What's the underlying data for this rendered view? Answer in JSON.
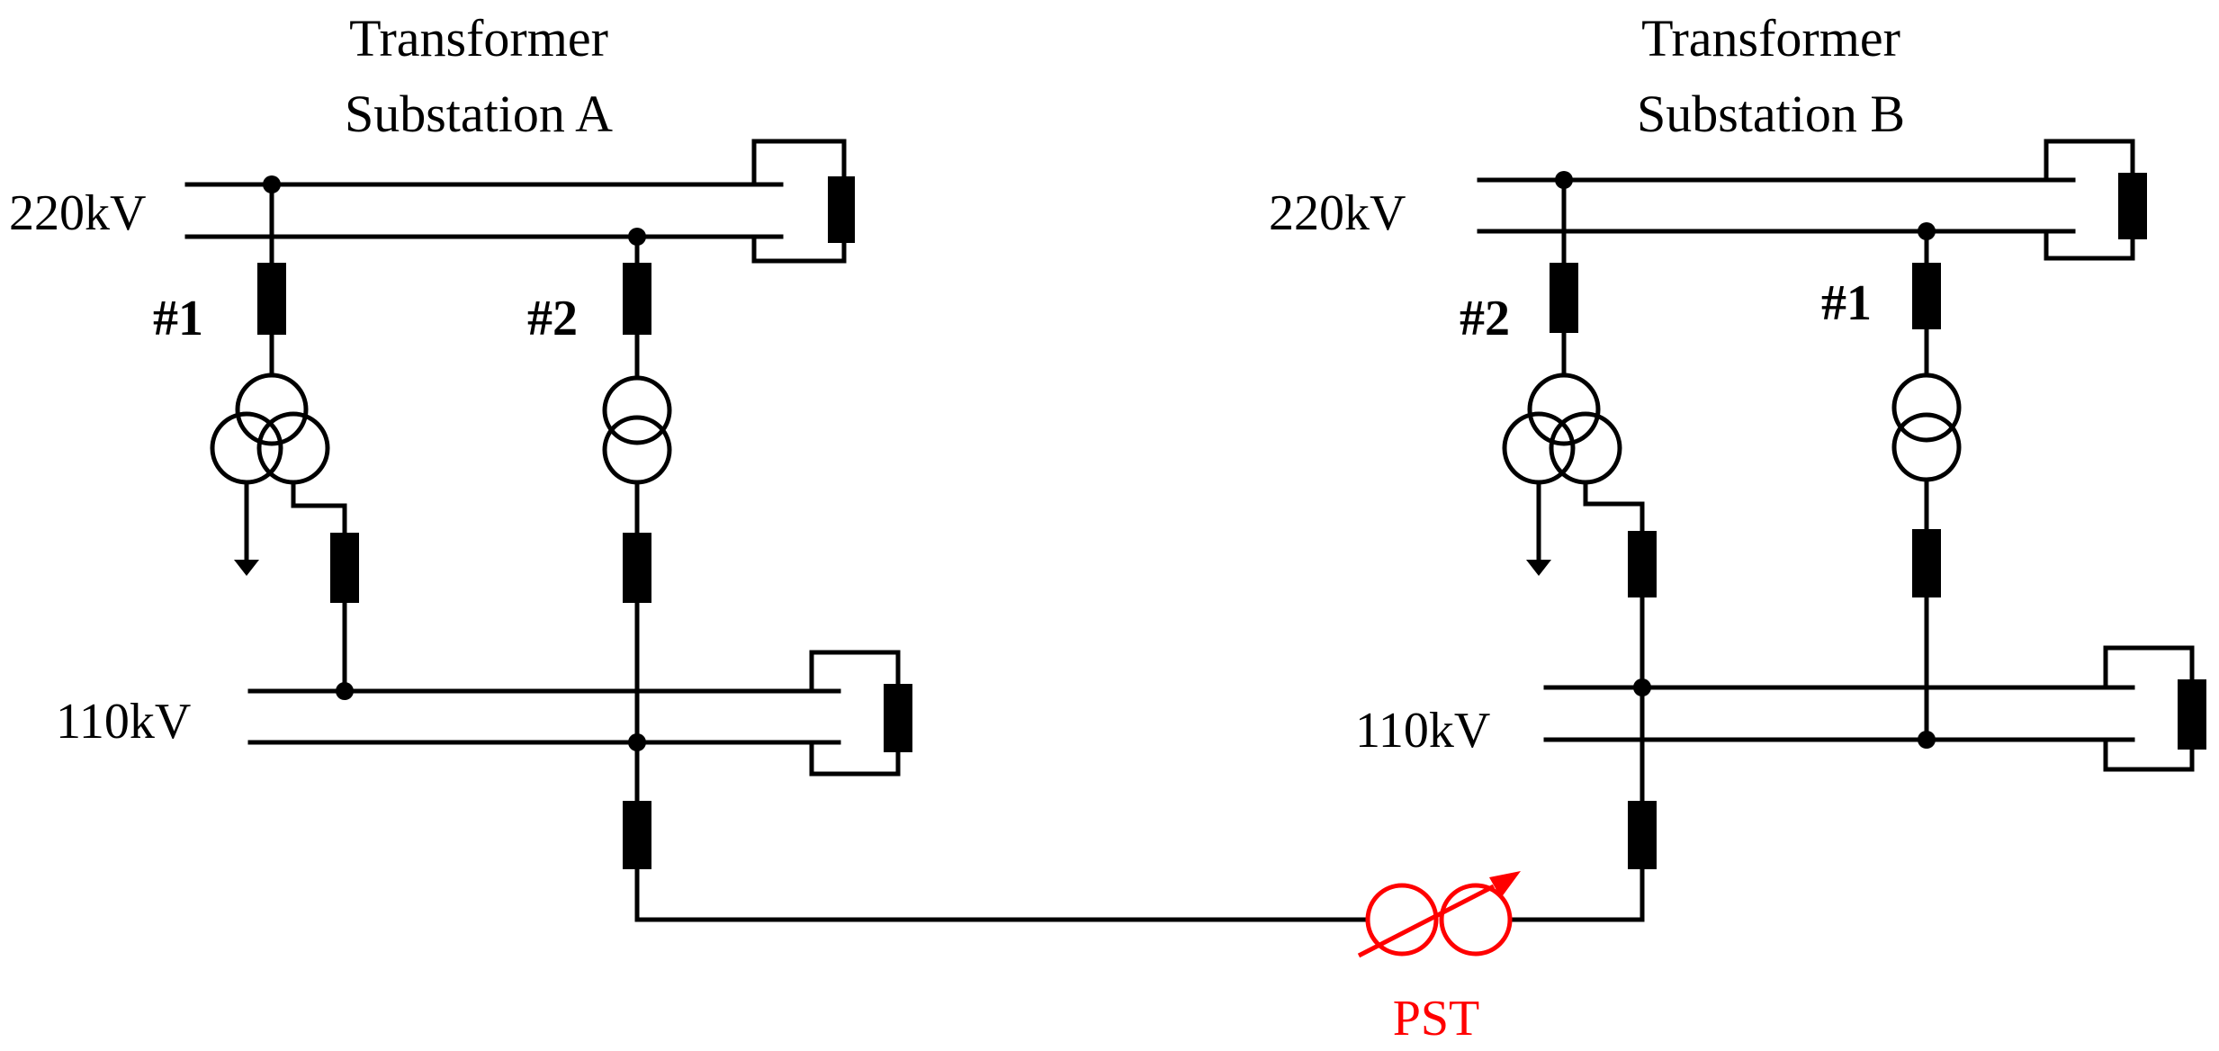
{
  "substation_a": {
    "title_line1": "Transformer",
    "title_line2": "Substation A",
    "hv_label": "220kV",
    "lv_label": "110kV",
    "transformer_1": "#1",
    "transformer_2": "#2"
  },
  "substation_b": {
    "title_line1": "Transformer",
    "title_line2": "Substation B",
    "hv_label": "220kV",
    "lv_label": "110kV",
    "transformer_left": "#2",
    "transformer_right": "#1"
  },
  "pst": {
    "label": "PST",
    "color": "#ff0000"
  }
}
